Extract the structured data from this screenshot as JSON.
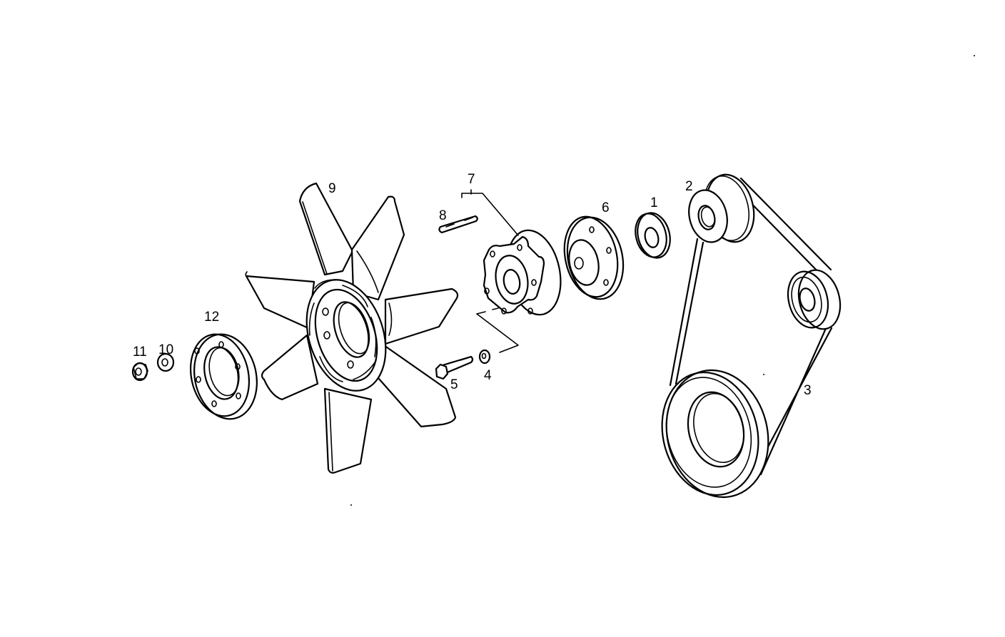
{
  "diagram": {
    "type": "exploded-parts-drawing",
    "subject": "Fan drive, pulleys and V-belt assembly",
    "line_color": "#000000",
    "background_color": "#ffffff"
  },
  "callouts": [
    {
      "id": "1",
      "label": "1",
      "part": "spacer-washer"
    },
    {
      "id": "2",
      "label": "2",
      "part": "alternator-pulley"
    },
    {
      "id": "3",
      "label": "3",
      "part": "v-belt"
    },
    {
      "id": "4",
      "label": "4",
      "part": "washer"
    },
    {
      "id": "5",
      "label": "5",
      "part": "bolt"
    },
    {
      "id": "6",
      "label": "6",
      "part": "pulley-hub"
    },
    {
      "id": "7",
      "label": "7",
      "part": "fan-hub-assembly"
    },
    {
      "id": "8",
      "label": "8",
      "part": "stud"
    },
    {
      "id": "9",
      "label": "9",
      "part": "fan"
    },
    {
      "id": "10",
      "label": "10",
      "part": "washer"
    },
    {
      "id": "11",
      "label": "11",
      "part": "nut"
    },
    {
      "id": "12",
      "label": "12",
      "part": "spacer-ring"
    }
  ]
}
